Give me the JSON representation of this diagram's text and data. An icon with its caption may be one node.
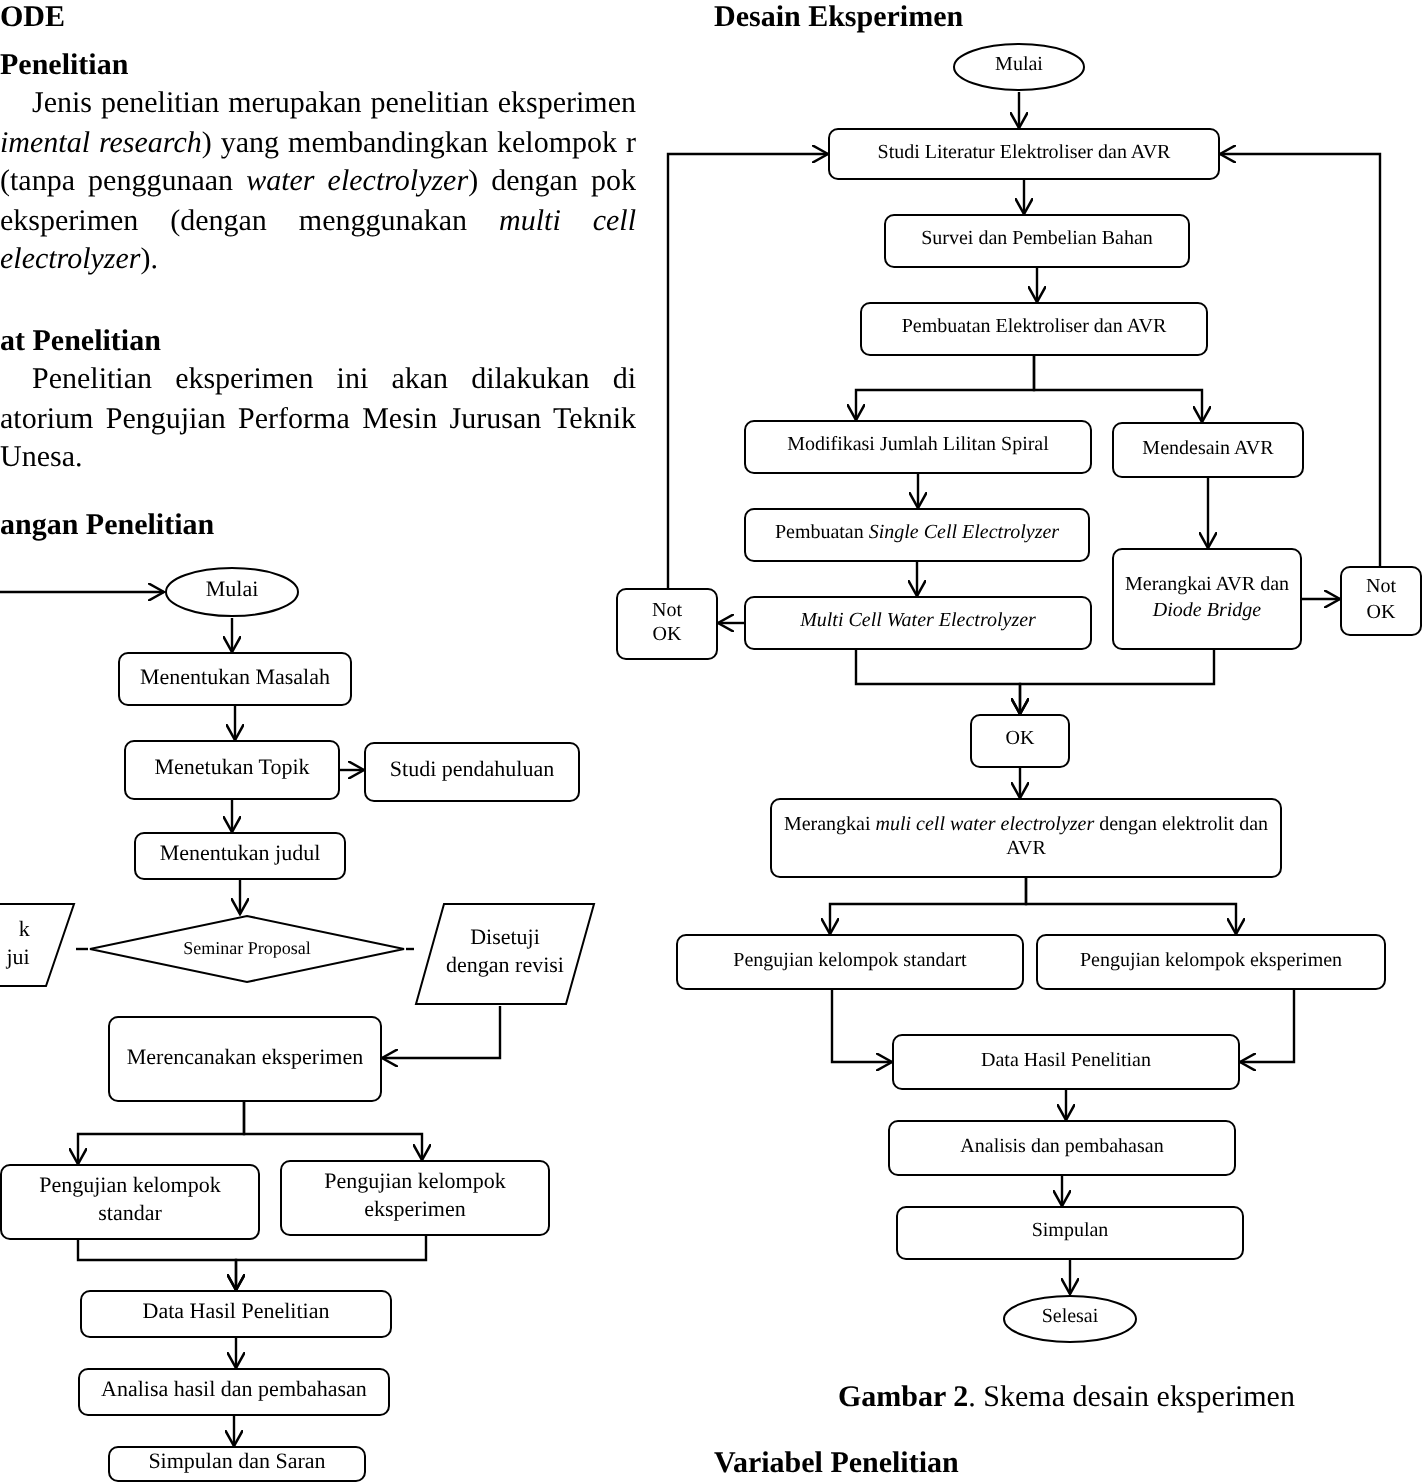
{
  "diagram": {
    "caption": "**Gambar 2**. Skema desain eksperimen",
    "nodes": [
      {
        "text": [
          "Mulai"
        ]
      },
      {
        "text": [
          "Menentukan Masalah"
        ]
      },
      {
        "text": [
          "Menetukan Topik"
        ]
      },
      {
        "text": [
          "Studi pendahuluan"
        ]
      },
      {
        "text": [
          "Menentukan judul"
        ]
      },
      {
        "text": [
          "k jui"
        ]
      },
      {
        "text": [
          "Seminar Proposal"
        ]
      },
      {
        "text": [
          "Disetuji dengan revisi"
        ]
      },
      {
        "text": [
          "Merencanakan eksperimen"
        ]
      },
      {
        "text": [
          "Pengujian kelompok standar"
        ]
      },
      {
        "text": [
          "Pengujian kelompok eksperimen"
        ]
      },
      {
        "text": [
          "Data Hasil Penelitian"
        ]
      },
      {
        "text": [
          "Analisa hasil dan pembahasan"
        ]
      },
      {
        "text": [
          "Simpulan dan Saran"
        ]
      },
      {
        "text": [
          "Mulai"
        ]
      },
      {
        "text": [
          "Studi Literatur Elektroliser dan AVR"
        ]
      },
      {
        "text": [
          "Survei dan Pembelian Bahan"
        ]
      },
      {
        "text": [
          "Pembuatan Elektroliser dan AVR"
        ]
      },
      {
        "text": [
          "Modifikasi Jumlah Lilitan Spiral"
        ]
      },
      {
        "text": [
          "Mendesain AVR"
        ]
      },
      {
        "text": [
          "Pembuatan *Single Cell Electrolyzer*"
        ]
      },
      {
        "text": [
          "Not OK"
        ]
      },
      {
        "text": [
          "Multi Cell Water Electrolyzer"
        ]
      },
      {
        "text": [
          "Merangkai AVR dan *Diode Bridge*"
        ]
      },
      {
        "text": [
          "Not OK"
        ]
      },
      {
        "text": [
          "OK"
        ]
      },
      {
        "text": [
          "Merangkai *muli cell water electrolyzer* dengan elektrolit dan AVR"
        ]
      },
      {
        "text": [
          "Pengujian kelompok standart"
        ]
      },
      {
        "text": [
          "Pengujian kelompok eksperimen"
        ]
      },
      {
        "text": [
          "Data Hasil Penelitian"
        ]
      },
      {
        "text": [
          "Analisis dan pembahasan"
        ]
      },
      {
        "text": [
          "Simpulan"
        ]
      },
      {
        "text": [
          "Selesai"
        ]
      }
    ],
    "edges": [
      {
        "from": null,
        "to": 0,
        "arrow": "to"
      },
      {
        "from": 0,
        "to": 1,
        "arrow": "to"
      },
      {
        "from": 1,
        "to": 2,
        "arrow": "to"
      },
      {
        "from": 2,
        "to": 3,
        "arrow": "to"
      },
      {
        "from": 2,
        "to": 4,
        "arrow": "to"
      },
      {
        "from": 4,
        "to": 6,
        "arrow": "to"
      },
      {
        "from": 6,
        "to": 5,
        "arrow": "none"
      },
      {
        "from": 6,
        "to": 7,
        "arrow": "none"
      },
      {
        "from": 7,
        "to": 8,
        "arrow": "to"
      },
      {
        "from": 8,
        "to": 9,
        "arrow": "to"
      },
      {
        "from": 8,
        "to": 10,
        "arrow": "to"
      },
      {
        "from": 9,
        "to": 11,
        "arrow": "to"
      },
      {
        "from": 10,
        "to": 11,
        "arrow": "to"
      },
      {
        "from": 11,
        "to": 12,
        "arrow": "to"
      },
      {
        "from": 12,
        "to": 13,
        "arrow": "to"
      },
      {
        "from": 14,
        "to": 15,
        "arrow": "to"
      },
      {
        "from": 15,
        "to": 16,
        "arrow": "to"
      },
      {
        "from": 16,
        "to": 17,
        "arrow": "to"
      },
      {
        "from": 17,
        "to": 18,
        "arrow": "to"
      },
      {
        "from": 17,
        "to": 19,
        "arrow": "to"
      },
      {
        "from": 18,
        "to": 20,
        "arrow": "to"
      },
      {
        "from": 20,
        "to": 22,
        "arrow": "to"
      },
      {
        "from": 22,
        "to": 21,
        "arrow": "to"
      },
      {
        "from": 21,
        "to": 15,
        "arrow": "to"
      },
      {
        "from": 19,
        "to": 23,
        "arrow": "to"
      },
      {
        "from": 23,
        "to": 24,
        "arrow": "to"
      },
      {
        "from": 24,
        "to": 15,
        "arrow": "to"
      },
      {
        "from": 22,
        "to": 25,
        "arrow": "to"
      },
      {
        "from": 23,
        "to": 25,
        "arrow": "to"
      },
      {
        "from": 25,
        "to": 26,
        "arrow": "to"
      },
      {
        "from": 26,
        "to": 27,
        "arrow": "to"
      },
      {
        "from": 26,
        "to": 28,
        "arrow": "to"
      },
      {
        "from": 27,
        "to": 29,
        "arrow": "to"
      },
      {
        "from": 28,
        "to": 29,
        "arrow": "to"
      },
      {
        "from": 29,
        "to": 30,
        "arrow": "to"
      },
      {
        "from": 30,
        "to": 31,
        "arrow": "to"
      },
      {
        "from": 31,
        "to": 32,
        "arrow": "to"
      }
    ],
    "labels": [
      "ODE",
      "Penelitian",
      "Jenis penelitian merupakan penelitian eksperimen *imental research*) yang membandingkan kelompok r (tanpa penggunaan *water electrolyzer*) dengan pok eksperimen (dengan menggunakan *multi cell* *electrolyzer*).",
      "at Penelitian",
      "Penelitian eksperimen ini akan dilakukan di atorium Pengujian Performa Mesin Jurusan Teknik Unesa.",
      "angan Penelitian",
      "Desain Eksperimen",
      "Variabel Penelitian"
    ]
  }
}
